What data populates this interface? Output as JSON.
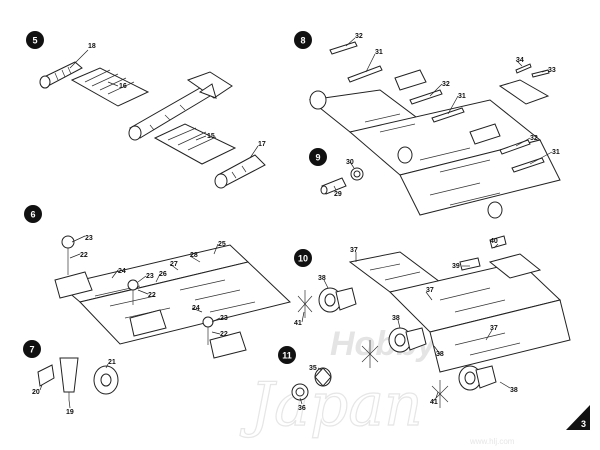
{
  "steps": [
    {
      "number": "5"
    },
    {
      "number": "6"
    },
    {
      "number": "7"
    },
    {
      "number": "8"
    },
    {
      "number": "9"
    },
    {
      "number": "10"
    },
    {
      "number": "11"
    }
  ],
  "parts": {
    "s5": [
      "18",
      "16",
      "15",
      "17"
    ],
    "s6": [
      "23",
      "22",
      "24",
      "23",
      "22",
      "26",
      "27",
      "28",
      "25",
      "24",
      "23",
      "22"
    ],
    "s7": [
      "21",
      "20",
      "19"
    ],
    "s8": [
      "32",
      "31",
      "34",
      "33",
      "32",
      "31",
      "32",
      "31"
    ],
    "s9": [
      "30",
      "29"
    ],
    "s10": [
      "37",
      "38",
      "41",
      "40",
      "39",
      "37",
      "38",
      "37",
      "38"
    ],
    "s11": [
      "35",
      "36",
      "41",
      "38"
    ]
  },
  "watermark": {
    "brand": "HobbyLink",
    "script": "Japan",
    "url": "www.hlj.com"
  },
  "page_number": "3"
}
